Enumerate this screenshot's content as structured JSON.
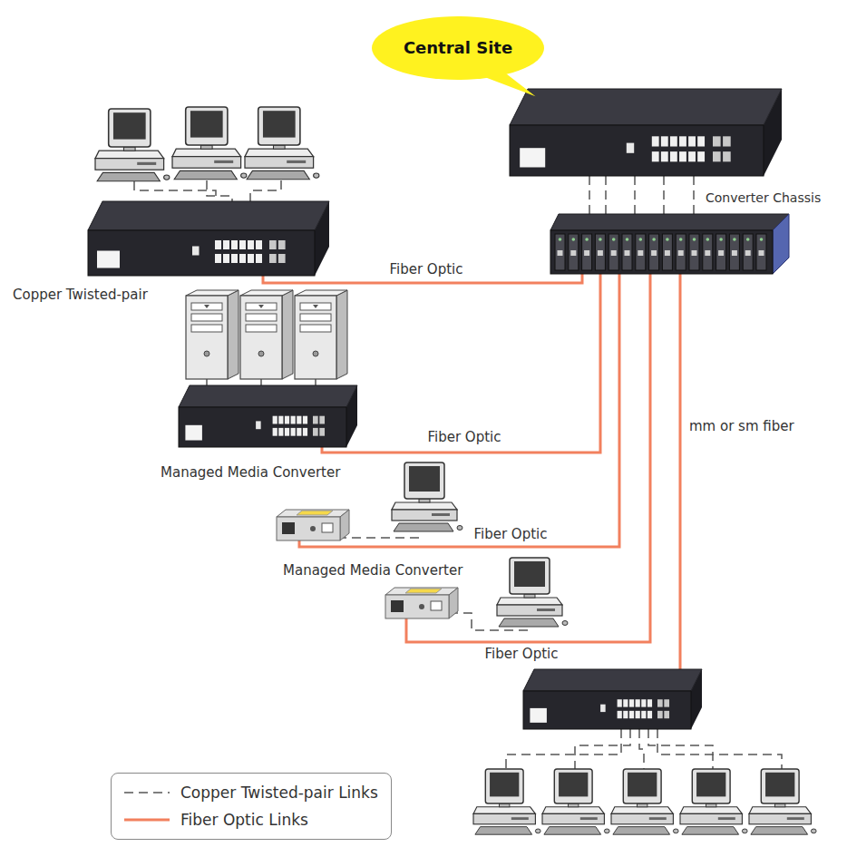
{
  "diagram": {
    "nodes": [
      {
        "text": [
          "Central Site"
        ]
      }
    ],
    "labels": [
      "Converter Chassis",
      "Fiber Optic",
      "Copper Twisted-pair",
      "mm or sm fiber",
      "Fiber Optic",
      "Managed Media Converter",
      "Fiber Optic",
      "Managed Media Converter",
      "Fiber Optic"
    ],
    "legend": [
      {
        "text": "Copper Twisted-pair Links"
      },
      {
        "text": "Fiber Optic Links"
      }
    ]
  }
}
